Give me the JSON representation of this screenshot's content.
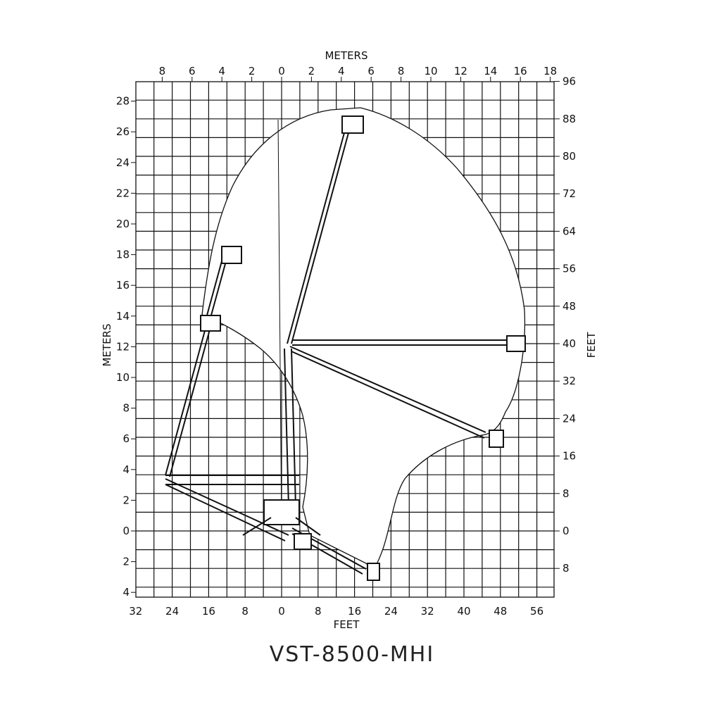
{
  "title": "VST-8500-MHI",
  "axes": {
    "top_label": "METERS",
    "bottom_label": "FEET",
    "left_label": "METERS",
    "right_label": "FEET",
    "top_ticks": [
      "8",
      "6",
      "4",
      "2",
      "0",
      "2",
      "4",
      "6",
      "8",
      "10",
      "12",
      "14",
      "16",
      "18"
    ],
    "bottom_ticks": [
      "32",
      "24",
      "16",
      "8",
      "0",
      "8",
      "16",
      "24",
      "32",
      "40",
      "48",
      "56"
    ],
    "left_ticks": [
      "28",
      "26",
      "24",
      "22",
      "20",
      "18",
      "16",
      "14",
      "12",
      "10",
      "8",
      "6",
      "4",
      "2",
      "0",
      "2",
      "4"
    ],
    "right_ticks": [
      "96",
      "88",
      "80",
      "72",
      "64",
      "56",
      "48",
      "40",
      "32",
      "24",
      "16",
      "8",
      "0",
      "8"
    ]
  },
  "colors": {
    "line": "#111111",
    "background": "#ffffff"
  }
}
